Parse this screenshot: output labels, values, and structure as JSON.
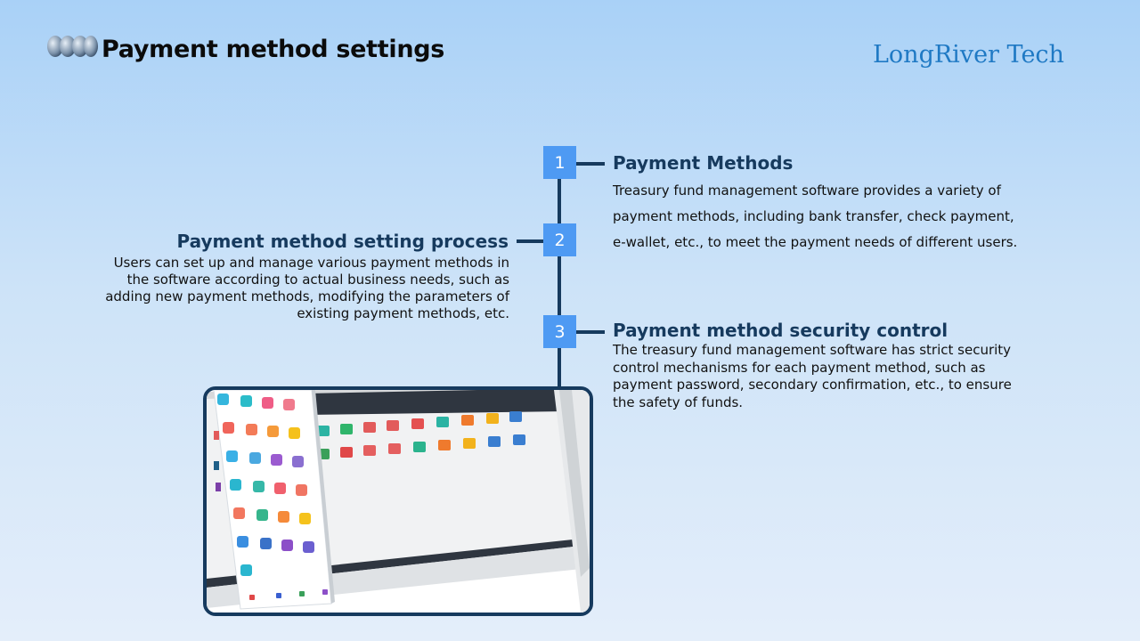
{
  "header": {
    "title": "Payment method settings",
    "brand": "LongRiver Tech"
  },
  "colors": {
    "accent": "#4e9af3",
    "navy": "#163a5e",
    "brand": "#1f79c4"
  },
  "steps": [
    {
      "number": "1",
      "title": "Payment Methods",
      "body": "Treasury fund management software provides a variety of payment methods, including bank transfer, check payment, e-wallet, etc., to meet the payment needs of different users."
    },
    {
      "number": "2",
      "title": "Payment method setting process",
      "body": "Users can set up and manage various payment methods in the software according to actual business needs, such as adding new payment methods, modifying the parameters of existing payment methods, etc."
    },
    {
      "number": "3",
      "title": "Payment method security control",
      "body": "The treasury fund management software has strict security control mechanisms for each payment method, such as payment password, secondary confirmation, etc., to ensure the safety of funds."
    }
  ]
}
